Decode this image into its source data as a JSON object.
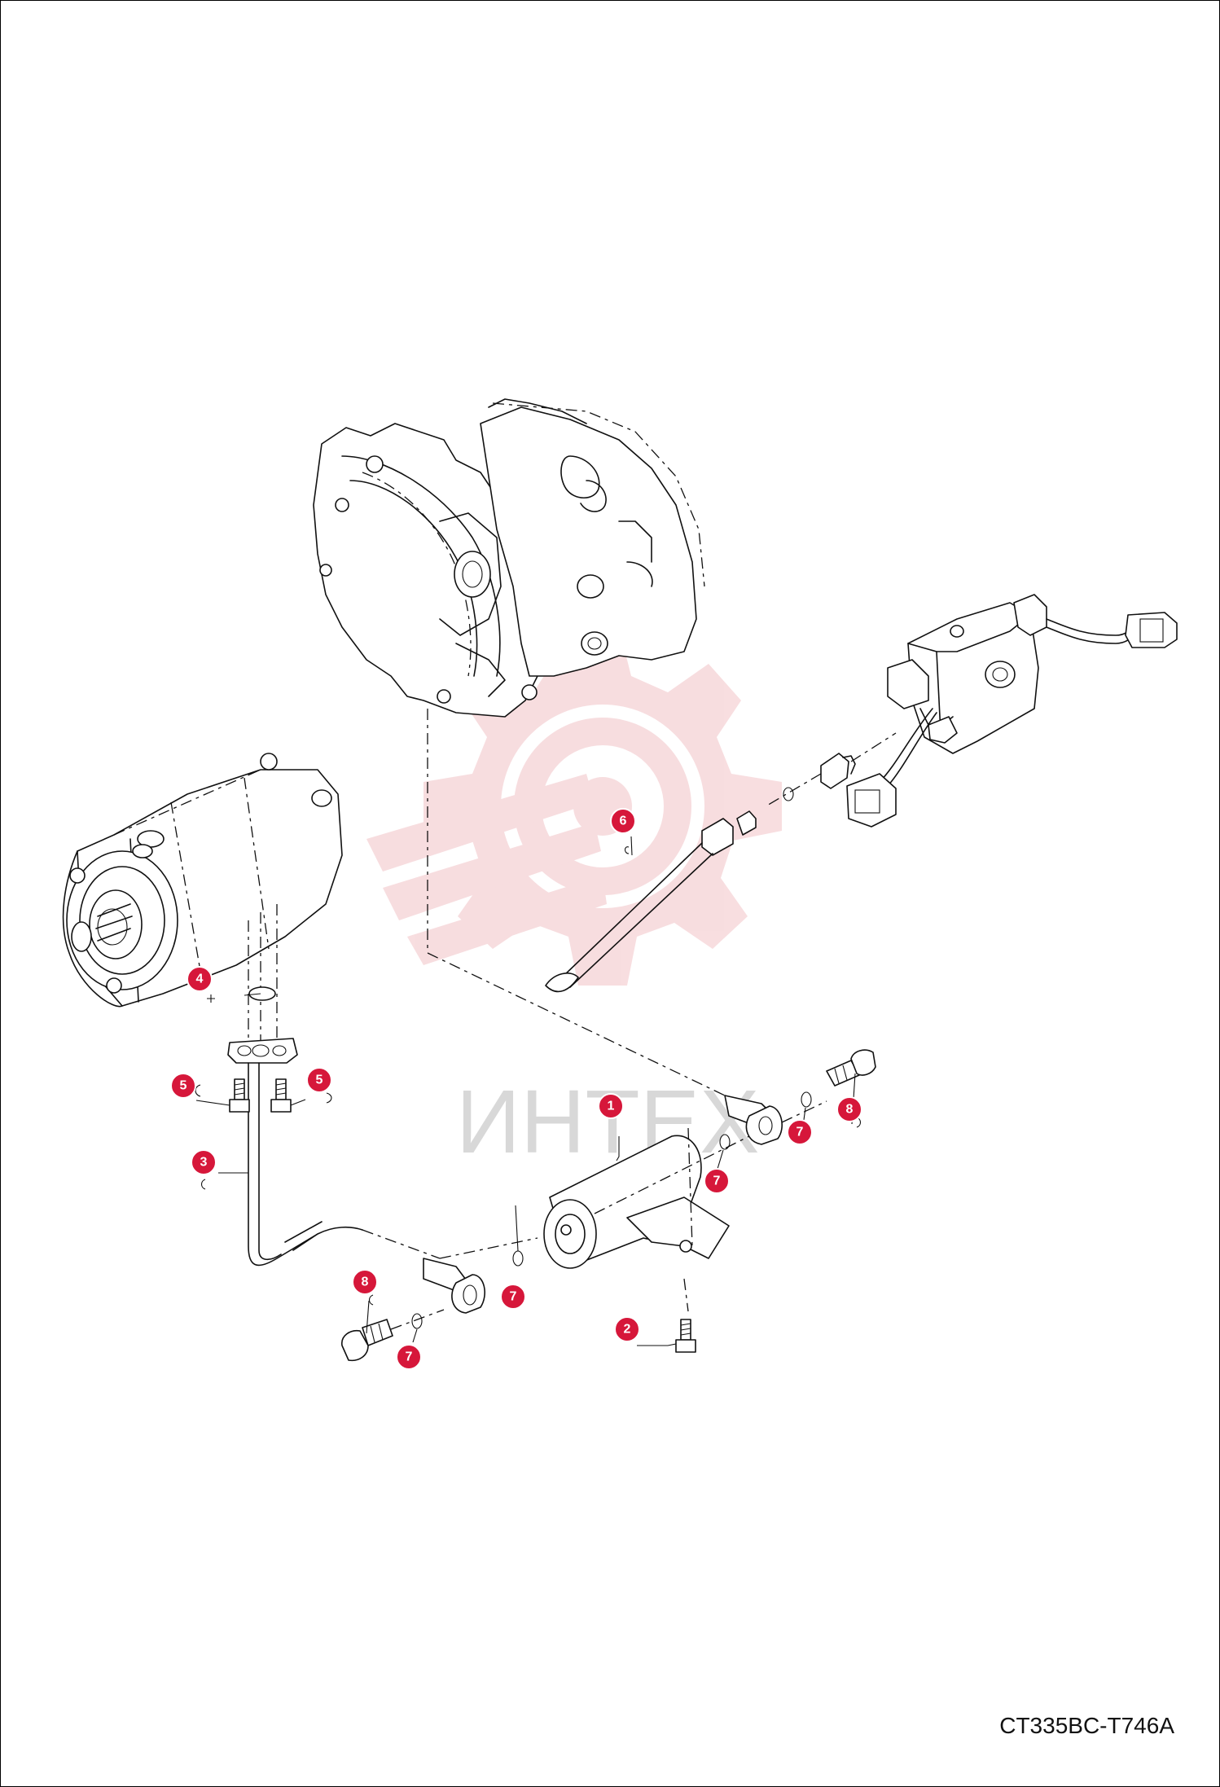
{
  "drawing_code": "CT335BC-T746A",
  "watermark": {
    "text": "ИНТЕХ",
    "color": "#f2c2c6",
    "text_color": "#d8d8d8"
  },
  "callout_color": "#d6173a",
  "callouts": [
    {
      "id": "callout-1",
      "label": "1"
    },
    {
      "id": "callout-2",
      "label": "2"
    },
    {
      "id": "callout-3",
      "label": "3"
    },
    {
      "id": "callout-4",
      "label": "4"
    },
    {
      "id": "callout-5a",
      "label": "5"
    },
    {
      "id": "callout-5b",
      "label": "5"
    },
    {
      "id": "callout-6",
      "label": "6"
    },
    {
      "id": "callout-7a",
      "label": "7"
    },
    {
      "id": "callout-7b",
      "label": "7"
    },
    {
      "id": "callout-7c",
      "label": "7"
    },
    {
      "id": "callout-7d",
      "label": "7"
    },
    {
      "id": "callout-8a",
      "label": "8"
    },
    {
      "id": "callout-8b",
      "label": "8"
    }
  ]
}
